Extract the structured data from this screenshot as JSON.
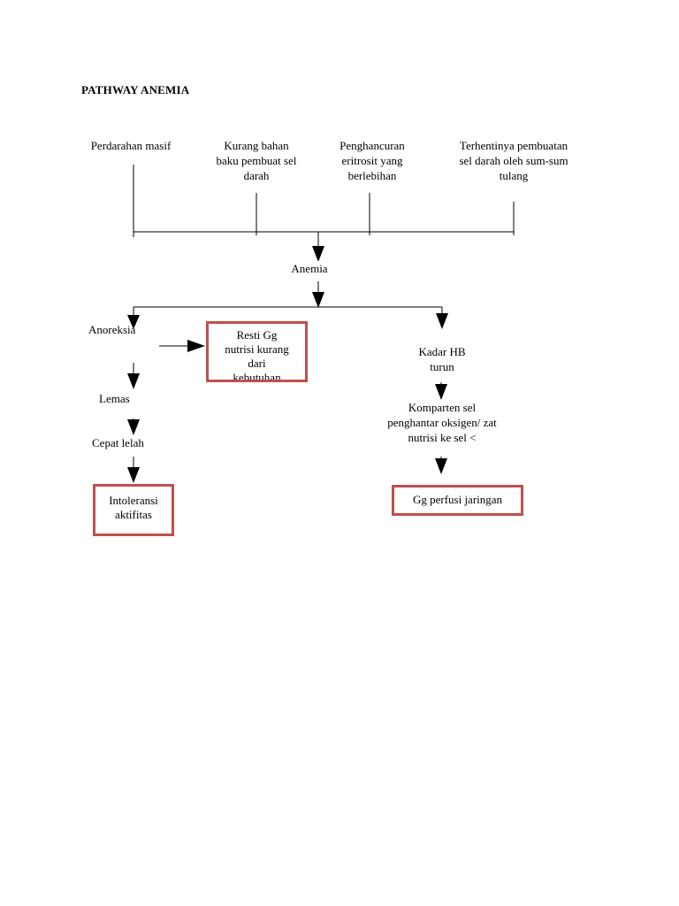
{
  "title": "PATHWAY ANEMIA",
  "causes": [
    "Perdarahan masif",
    "Kurang bahan\nbaku pembuat sel\ndarah",
    "Penghancuran\neritrosit yang\nberlebihan",
    "Terhentinya pembuatan\nsel darah oleh sum-sum\ntulang"
  ],
  "anemia": "Anemia",
  "left_branch": {
    "anoreksia": "Anoreksia",
    "lemas": "Lemas",
    "cepat_lelah": "Cepat lelah"
  },
  "right_branch": {
    "kadar_hb": "Kadar HB\nturun",
    "komparten": "Komparten sel\npenghantar oksigen/ zat\nnutrisi ke sel <"
  },
  "boxes": {
    "resti": "Resti Gg\nnutrisi kurang\ndari\nkebutuhan",
    "intoleransi": "Intoleransi\naktifitas",
    "perfusi": "Gg perfusi jaringan"
  },
  "colors": {
    "box_border": "#c0504d",
    "line": "#000000"
  }
}
